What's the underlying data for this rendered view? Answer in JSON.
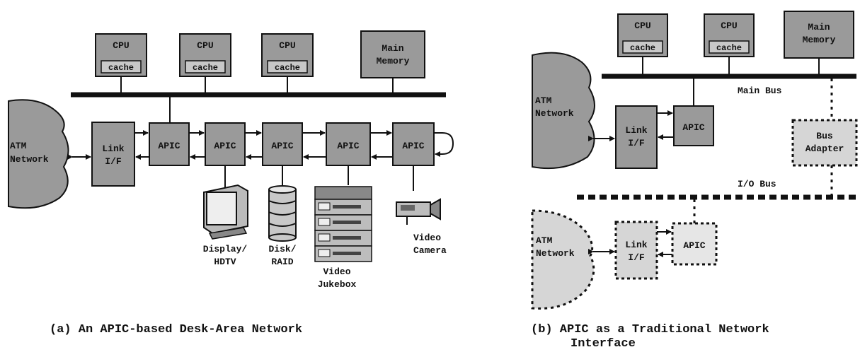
{
  "panel_a": {
    "cpus": [
      {
        "title": "CPU",
        "cache": "cache"
      },
      {
        "title": "CPU",
        "cache": "cache"
      },
      {
        "title": "CPU",
        "cache": "cache"
      }
    ],
    "memory": {
      "line1": "Main",
      "line2": "Memory"
    },
    "network": {
      "line1": "ATM",
      "line2": "Network"
    },
    "link": {
      "line1": "Link",
      "line2": "I/F"
    },
    "apics": [
      "APIC",
      "APIC",
      "APIC",
      "APIC",
      "APIC"
    ],
    "devices": [
      {
        "line1": "Display/",
        "line2": "HDTV"
      },
      {
        "line1": "Disk/",
        "line2": "RAID"
      },
      {
        "line1": "Video",
        "line2": "Jukebox"
      },
      {
        "line1": "Video",
        "line2": "Camera"
      }
    ],
    "caption": "(a) An APIC-based Desk-Area Network"
  },
  "panel_b": {
    "cpus": [
      {
        "title": "CPU",
        "cache": "cache"
      },
      {
        "title": "CPU",
        "cache": "cache"
      }
    ],
    "memory": {
      "line1": "Main",
      "line2": "Memory"
    },
    "main_bus_label": "Main Bus",
    "network_top": {
      "line1": "ATM",
      "line2": "Network"
    },
    "link_top": {
      "line1": "Link",
      "line2": "I/F"
    },
    "apic_top": "APIC",
    "bus_adapter": {
      "line1": "Bus",
      "line2": "Adapter"
    },
    "io_bus_label": "I/O Bus",
    "network_bottom": {
      "line1": "ATM",
      "line2": "Network"
    },
    "link_bottom": {
      "line1": "Link",
      "line2": "I/F"
    },
    "apic_bottom": "APIC",
    "caption_line1": "(b) APIC as a Traditional Network",
    "caption_line2": "Interface"
  }
}
